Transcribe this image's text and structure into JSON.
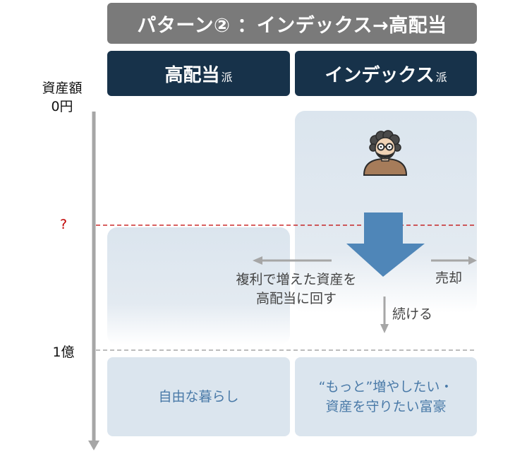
{
  "title": "パターン② ：インデックス→高配当",
  "columns": {
    "left": {
      "main": "高配当",
      "suffix": "派"
    },
    "right": {
      "main": "インデックス",
      "suffix": "派"
    }
  },
  "axis": {
    "top_line1": "資産額",
    "top_line2": "0円",
    "question_mark": "?",
    "bottom": "1億"
  },
  "flow": {
    "compound_line1": "複利で増えた資産を",
    "compound_line2": "高配当に回す",
    "sell": "売却",
    "continue": "続ける"
  },
  "outcomes": {
    "left": "自由な暮らし",
    "right_line1": "“もっと”増やしたい・",
    "right_line2": "資産を守りたい富豪"
  },
  "colors": {
    "title_bg": "#7a7a7a",
    "header_bg": "#17324a",
    "big_arrow": "#4f86b8",
    "threshold_line": "#c00000",
    "panel": "#dbe5ee",
    "outcome_text": "#4a7aa8"
  },
  "icons": {
    "person": "man-with-glasses-beard-icon"
  }
}
